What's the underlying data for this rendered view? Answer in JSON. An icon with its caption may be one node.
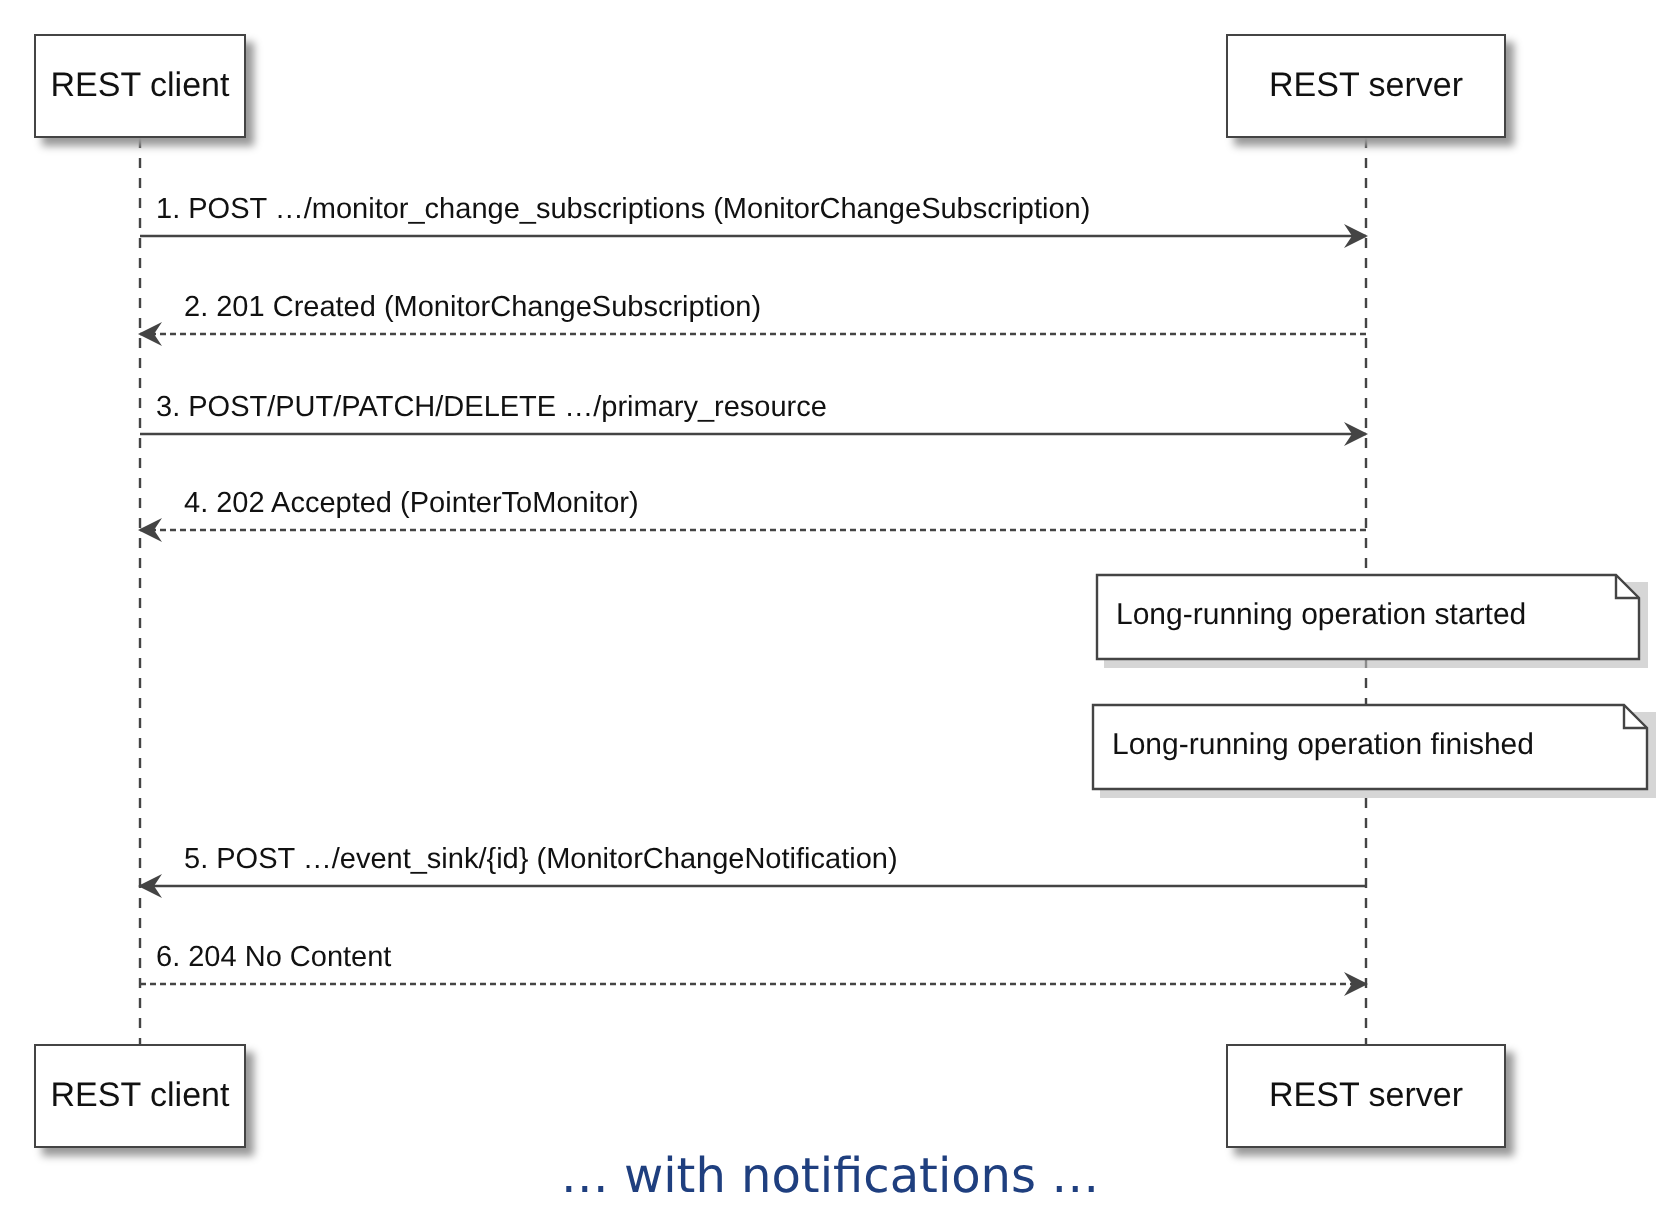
{
  "diagram": {
    "caption": "… with notifications …",
    "nodes": [
      {
        "text": [
          "REST client"
        ]
      },
      {
        "text": [
          "REST server"
        ]
      },
      {
        "text": [],
        "shape": "line"
      },
      {
        "text": [],
        "shape": "line"
      },
      {
        "text": [
          "Long-running operation started"
        ]
      },
      {
        "text": [
          "Long-running operation finished"
        ]
      },
      {
        "text": [
          "REST client"
        ]
      },
      {
        "text": [
          "REST server"
        ]
      }
    ],
    "edges": [
      {
        "from": 2,
        "to": 3,
        "arrow": "to",
        "label": "1. POST …/monitor_change_subscriptions (MonitorChangeSubscription)"
      },
      {
        "from": 3,
        "to": 2,
        "arrow": "to",
        "style": "dashed",
        "label": "2. 201 Created (MonitorChangeSubscription)"
      },
      {
        "from": 2,
        "to": 3,
        "arrow": "to",
        "label": "3. POST/PUT/PATCH/DELETE …/primary_resource"
      },
      {
        "from": 3,
        "to": 2,
        "arrow": "to",
        "style": "dashed",
        "label": "4. 202 Accepted (PointerToMonitor)"
      },
      {
        "from": 3,
        "to": 2,
        "arrow": "to",
        "label": "5. POST …/event_sink/{id} (MonitorChangeNotification)"
      },
      {
        "from": 2,
        "to": 3,
        "arrow": "to",
        "style": "dashed",
        "label": "6. 204 No Content"
      }
    ]
  }
}
